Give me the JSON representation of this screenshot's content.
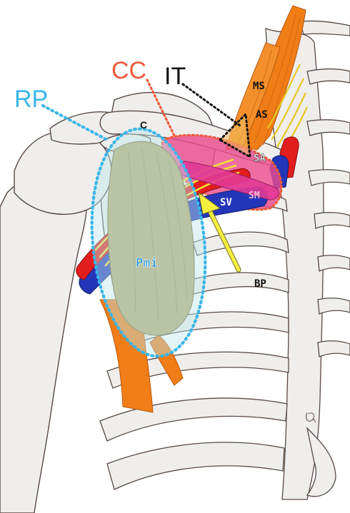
{
  "colors": {
    "background": "#ffffff",
    "bone_fill": "#efeeed",
    "bone_stroke": "#5a4a44",
    "muscle_orange": "#f07d16",
    "pectoralis_minor": "#b5a86d",
    "rp_outline": "#3bb6ea",
    "rp_fill": "#bfe6e8",
    "cc_outline": "#ee5a3a",
    "cc_fill": "#ea4c8e",
    "it_outline": "#111111",
    "artery_red": "#e21d1d",
    "vein_blue": "#2336b9",
    "nerve_yellow": "#f2e23a",
    "arrow_yellow": "#f7ef3e"
  },
  "labels": {
    "rp": "RP",
    "cc": "CC",
    "it": "IT",
    "c": "C",
    "ms": "MS",
    "as": "AS",
    "sa": "SA",
    "sm": "SM",
    "sv": "SV",
    "pmi": "Pmi",
    "bp": "BP"
  },
  "icons": {
    "arrow": "yellow-arrow-icon",
    "signature": "signature-mark"
  }
}
